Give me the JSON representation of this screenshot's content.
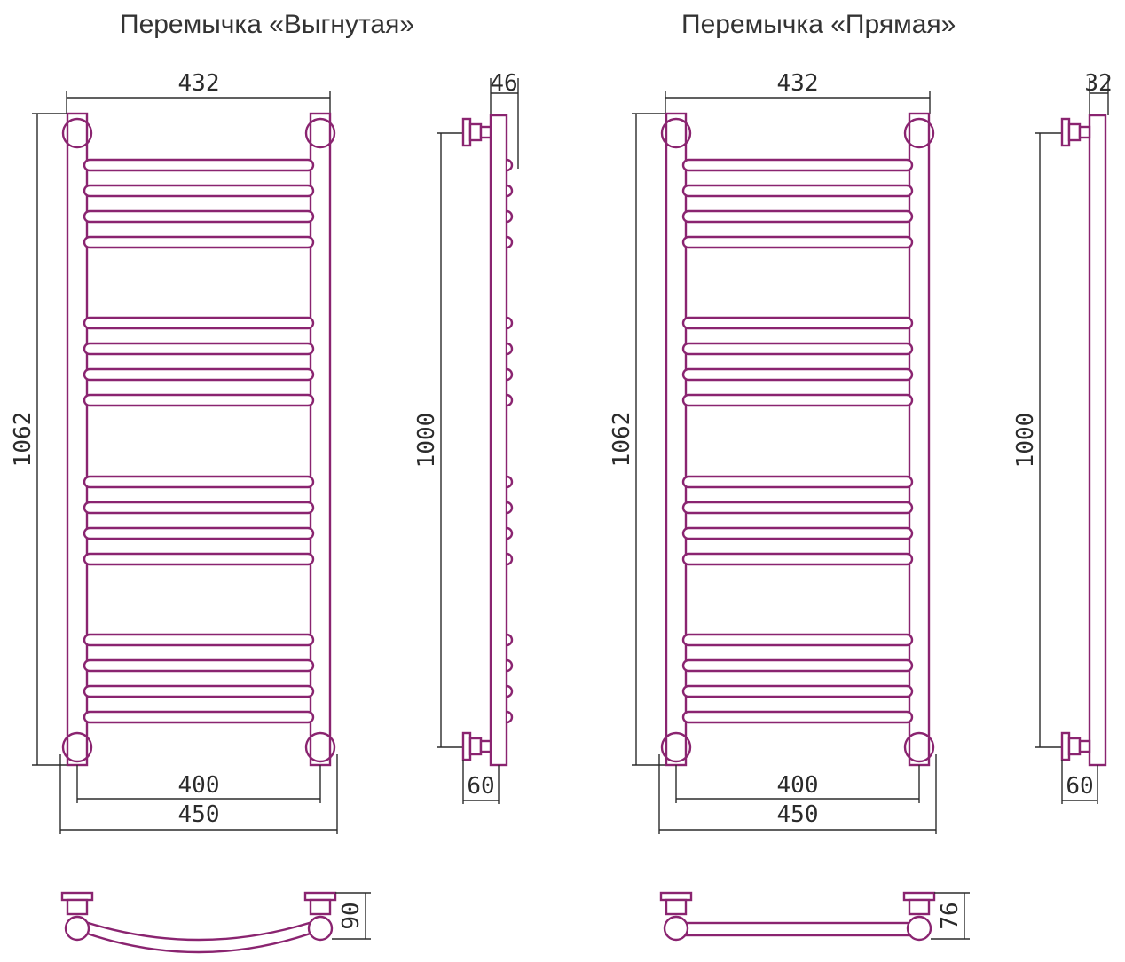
{
  "variants": [
    {
      "title": "Перемычка «Выгнутая»",
      "dims": {
        "top_width": "432",
        "height_total": "1062",
        "center_distance": "400",
        "full_width": "450",
        "side_depth_top": "46",
        "side_height": "1000",
        "side_offset": "60",
        "plan_depth": "90"
      },
      "bridge": "curved"
    },
    {
      "title": "Перемычка «Прямая»",
      "dims": {
        "top_width": "432",
        "height_total": "1062",
        "center_distance": "400",
        "full_width": "450",
        "side_depth_top": "32",
        "side_height": "1000",
        "side_offset": "60",
        "plan_depth": "76"
      },
      "bridge": "straight"
    }
  ],
  "colors": {
    "product": "#8a2470",
    "dimension": "#2b2b2b"
  }
}
